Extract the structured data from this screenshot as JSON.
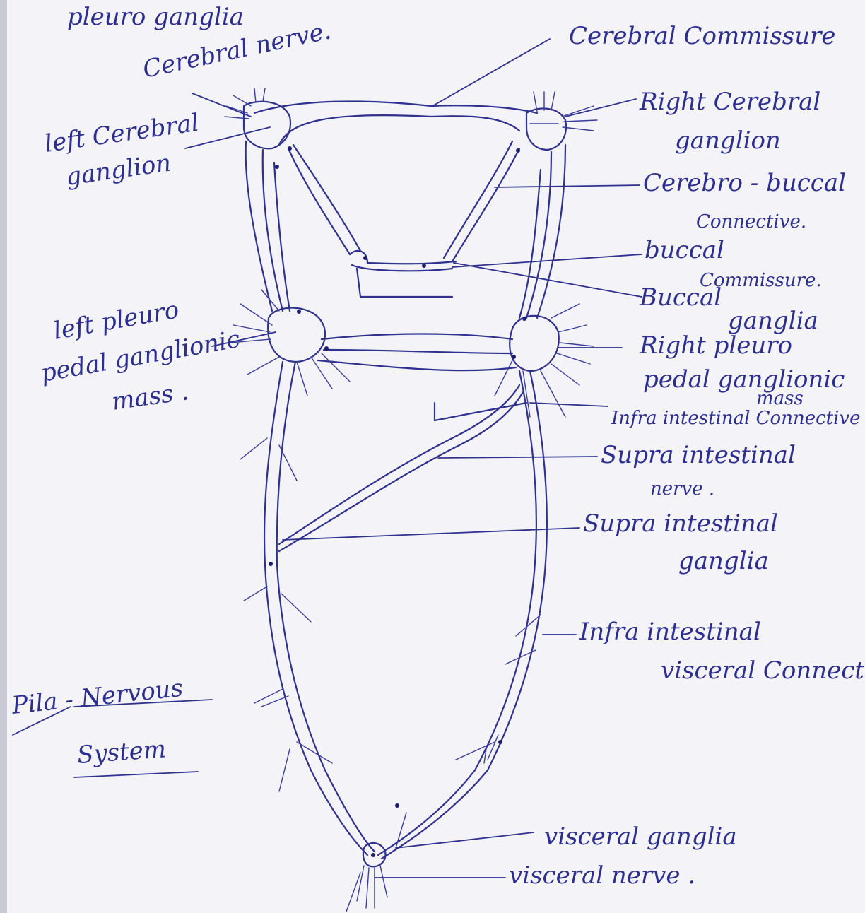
{
  "diagram": {
    "top_fragment": "pleuro ganglia",
    "labels": {
      "cerebral_nerve": "Cerebral nerve.",
      "cerebral_commissure": "Cerebral Commissure",
      "right_cerebral_ganglion_1": "Right Cerebral",
      "right_cerebral_ganglion_2": "ganglion",
      "left_cerebral_ganglion_1": "left Cerebral",
      "left_cerebral_ganglion_2": "ganglion",
      "cerebro_buccal_1": "Cerebro - buccal",
      "cerebro_buccal_2": "Connective.",
      "buccal_commissure_1": "buccal",
      "buccal_commissure_2": "Commissure.",
      "buccal_ganglia_1": "Buccal",
      "buccal_ganglia_2": "ganglia",
      "left_pleuro_1": "left pleuro",
      "left_pleuro_2": "pedal ganglionic",
      "left_pleuro_3": "mass .",
      "right_pleuro_1": "Right pleuro",
      "right_pleuro_2": "pedal ganglionic",
      "right_pleuro_3": "mass",
      "infra_intestinal_connective": "Infra intestinal Connective",
      "supra_intestinal_nerve_1": "Supra intestinal",
      "supra_intestinal_nerve_2": "nerve .",
      "supra_intestinal_ganglia_1": "Supra intestinal",
      "supra_intestinal_ganglia_2": "ganglia",
      "infra_intestinal_visceral_1": "Infra intestinal",
      "infra_intestinal_visceral_2": "visceral Connective",
      "visceral_ganglia": "visceral ganglia",
      "visceral_nerve": "visceral nerve .",
      "title_1": "Pila - Nervous",
      "title_2": "System"
    }
  }
}
